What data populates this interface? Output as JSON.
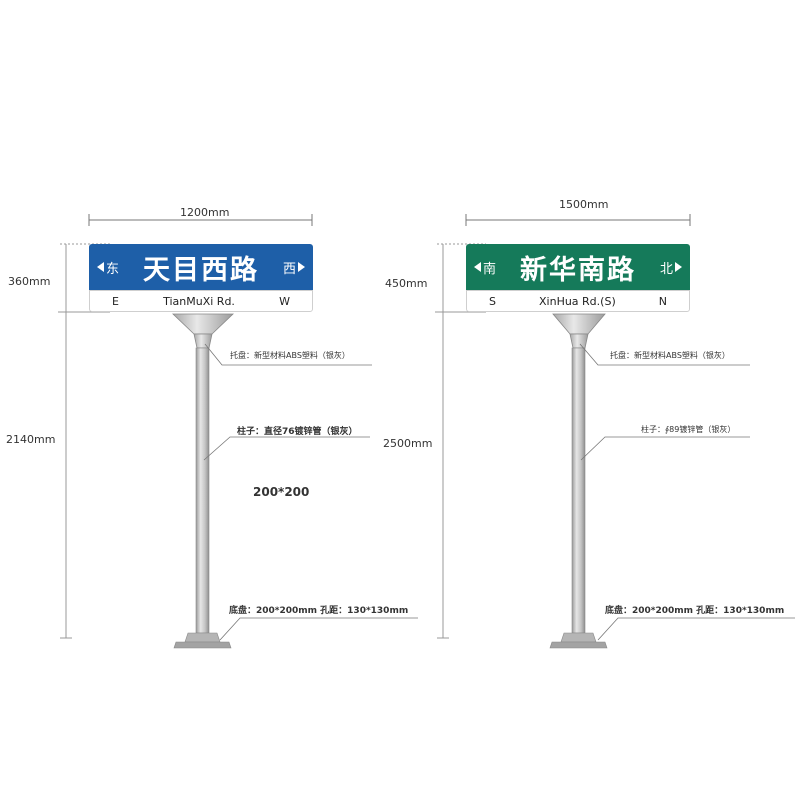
{
  "colors": {
    "sign_left_bg": "#1e5fa8",
    "sign_right_bg": "#157a5a",
    "pole": "#c8c8c8"
  },
  "left": {
    "width_label": "1200mm",
    "height_sign_label": "360mm",
    "height_pole_label": "2140mm",
    "sign": {
      "left_dir": "东",
      "name": "天目西路",
      "right_dir": "西",
      "bottom_left": "E",
      "bottom_center": "TianMuXi Rd.",
      "bottom_right": "W"
    },
    "notes": {
      "tray": "托盘：新型材料ABS塑料（银灰）",
      "pole": "柱子：直径76镀锌管（银灰）",
      "size": "200*200",
      "base": "底盘：200*200mm  孔距：130*130mm"
    }
  },
  "right": {
    "width_label": "1500mm",
    "height_sign_label": "450mm",
    "height_pole_label": "2500mm",
    "sign": {
      "left_dir": "南",
      "name": "新华南路",
      "right_dir": "北",
      "bottom_left": "S",
      "bottom_center": "XinHua Rd.(S)",
      "bottom_right": "N"
    },
    "notes": {
      "tray": "托盘：新型材料ABS塑料（银灰）",
      "pole": "柱子：∮89镀锌管（银灰）",
      "base": "底盘：200*200mm  孔距：130*130mm"
    }
  }
}
